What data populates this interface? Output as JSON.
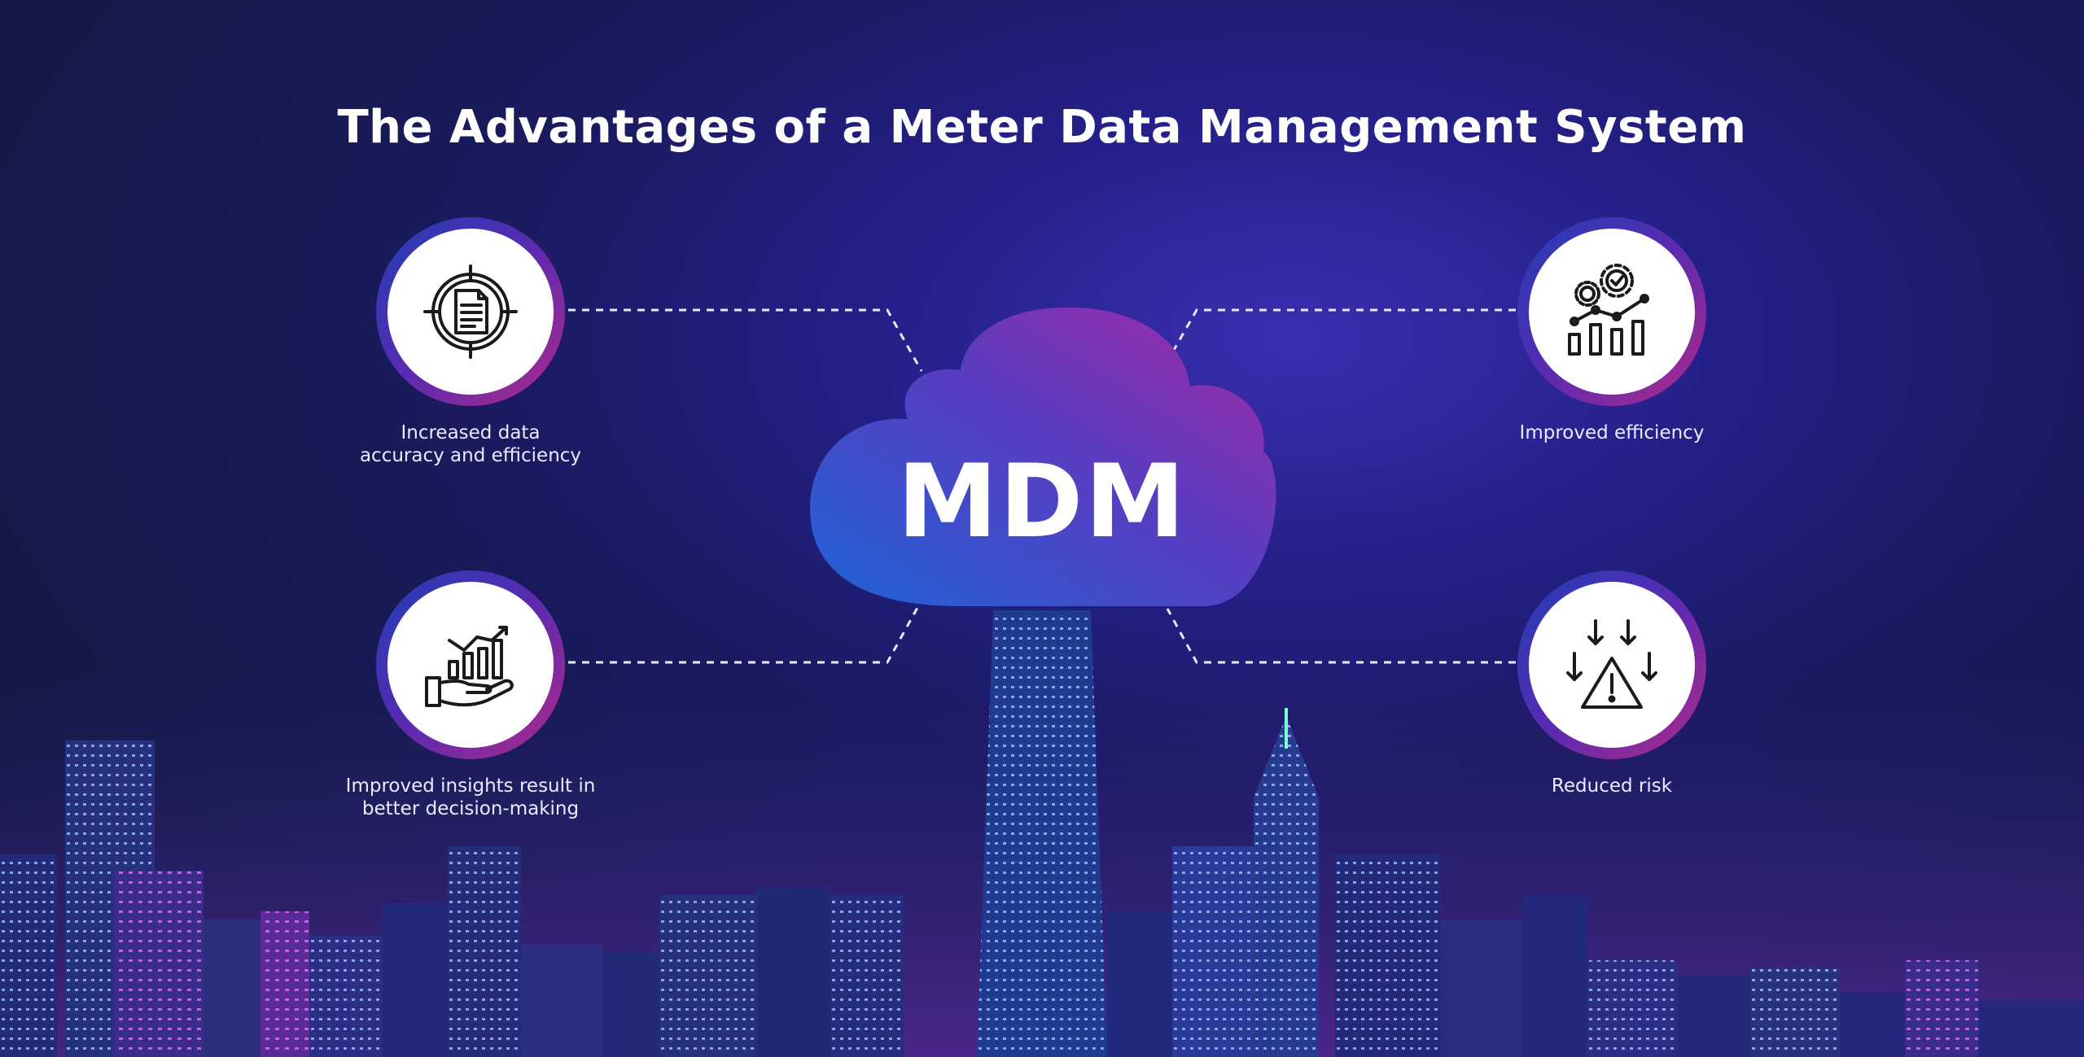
{
  "title": "The Advantages of a Meter Data Management System",
  "center": {
    "label": "MDM"
  },
  "benefits": [
    {
      "label_lines": [
        "Increased data",
        "accuracy and efficiency"
      ],
      "icon": "document-target-icon"
    },
    {
      "label_lines": [
        "Improved efficiency"
      ],
      "icon": "gears-chart-icon"
    },
    {
      "label_lines": [
        "Improved insights result in",
        "better decision-making"
      ],
      "icon": "hand-chart-icon"
    },
    {
      "label_lines": [
        "Reduced risk"
      ],
      "icon": "warning-arrows-icon"
    }
  ],
  "colors": {
    "ring_start": "#1f3fb8",
    "ring_end": "#b02a8a",
    "cloud_start": "#1e63d6",
    "cloud_end": "#a42aa6",
    "connector": "#e8e8ff"
  }
}
